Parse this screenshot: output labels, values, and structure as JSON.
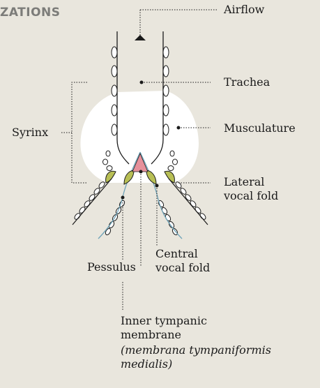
{
  "header": {
    "section_title": "ZATIONS"
  },
  "labels": {
    "airflow": "Airflow",
    "trachea": "Trachea",
    "musculature": "Musculature",
    "syrinx": "Syrinx",
    "lateral_vocal_fold": [
      "Lateral",
      "vocal fold"
    ],
    "central_vocal_fold": [
      "Central",
      "vocal fold"
    ],
    "pessulus": "Pessulus",
    "inner_tympanic_membrane": [
      "Inner tympanic",
      "membrane"
    ],
    "latin_name": [
      "(membrana tympaniformis",
      "medialis)"
    ]
  },
  "colors": {
    "background": "#e9e6dd",
    "musculature": "#ffffff",
    "vocal_fold": "#b8bf55",
    "pessulus": "#e6919c",
    "membrane": "#6fa3b8",
    "ink": "#1a1a1a"
  }
}
